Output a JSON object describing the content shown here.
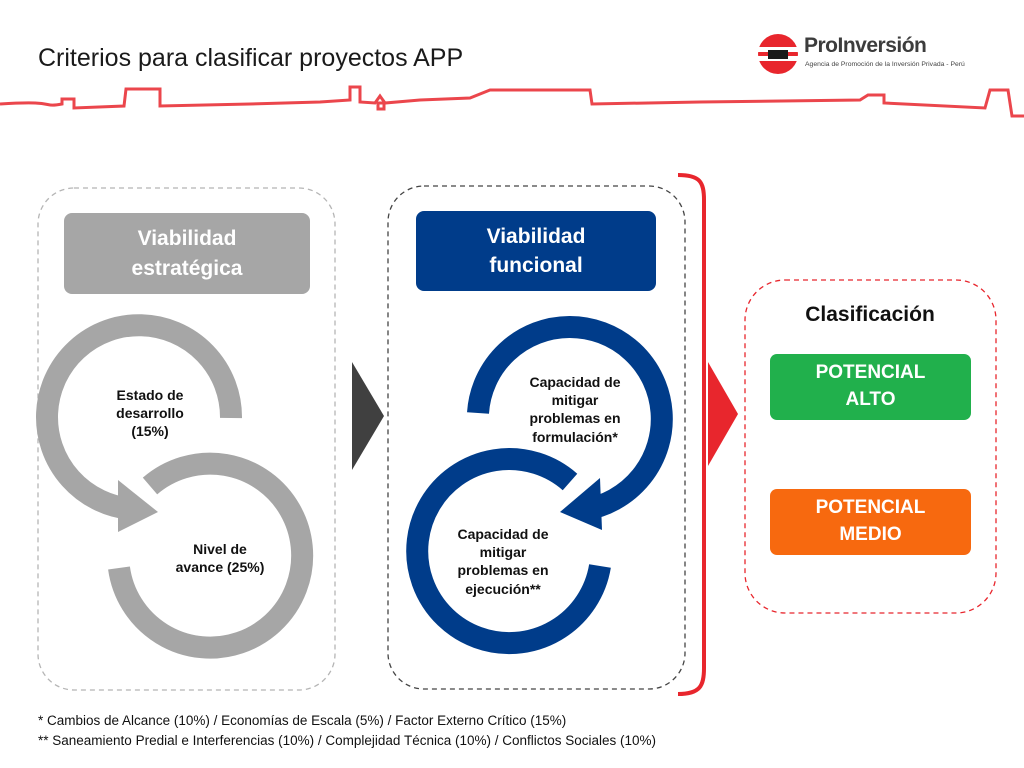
{
  "header": {
    "title": "Criterios para clasificar proyectos APP",
    "logo_name": "ProInversión",
    "logo_subtitle": "Agencia de Promoción de la Inversión Privada - Perú"
  },
  "strategic": {
    "title_line1": "Viabilidad",
    "title_line2": "estratégica",
    "cycle": [
      {
        "line1": "Estado de",
        "line2": "desarrollo",
        "line3": "(15%)"
      },
      {
        "line1": "Nivel de",
        "line2": "avance (25%)"
      }
    ]
  },
  "functional": {
    "title_line1": "Viabilidad",
    "title_line2": "funcional",
    "cycle": [
      {
        "line1": "Capacidad de",
        "line2": "mitigar",
        "line3": "problemas en",
        "line4": "formulación*"
      },
      {
        "line1": "Capacidad de",
        "line2": "mitigar",
        "line3": "problemas en",
        "line4": "ejecución**"
      }
    ]
  },
  "classification": {
    "title": "Clasificación",
    "high_line1": "POTENCIAL",
    "high_line2": "ALTO",
    "medium_line1": "POTENCIAL",
    "medium_line2": "MEDIO"
  },
  "footnotes": {
    "note1": "* Cambios de Alcance (10%) / Economías de Escala (5%) / Factor Externo Crítico (15%)",
    "note2": "** Saneamiento Predial e Interferencias (10%) / Complejidad Técnica (10%) / Conflictos Sociales (10%)"
  },
  "colors": {
    "brand_red": "#e8262d",
    "strategic_gray": "#a6a6a6",
    "functional_blue": "#003c8a",
    "potential_high": "#21b04c",
    "potential_medium": "#f7690f"
  }
}
